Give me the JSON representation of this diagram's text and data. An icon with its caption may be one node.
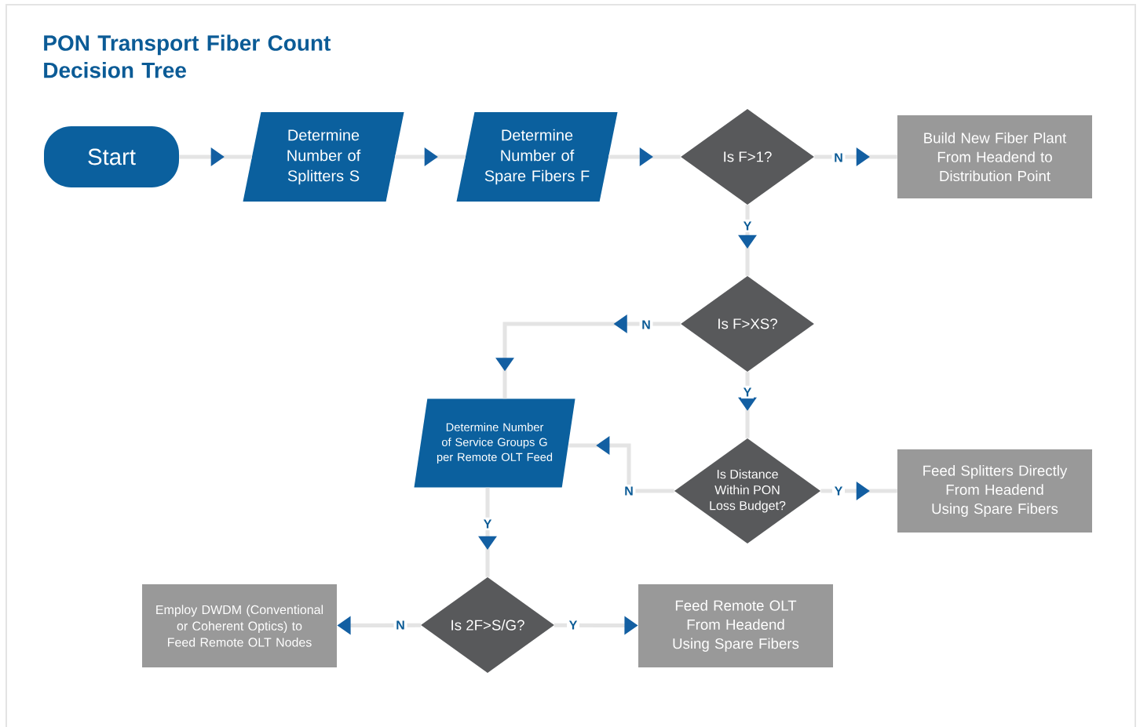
{
  "diagram": {
    "title": "PON Transport Fiber Count Decision Tree",
    "nodes": [
      {
        "text": [
          "Start"
        ]
      },
      {
        "text": [
          "Determine Number of Splitters S"
        ]
      },
      {
        "text": [
          "Determine Number of Spare Fibers F"
        ]
      },
      {
        "text": [
          "Is F>1?"
        ]
      },
      {
        "text": [
          "Build New Fiber Plant From Headend to Distribution Point"
        ]
      },
      {
        "text": [
          "Is F>XS?"
        ]
      },
      {
        "text": [
          "Determine Number of Service Groups G per Remote OLT Feed"
        ]
      },
      {
        "text": [
          "Is Distance Within PON Loss Budget?"
        ]
      },
      {
        "text": [
          "Feed Splitters Directly From Headend Using Spare Fibers"
        ]
      },
      {
        "text": [
          "Is 2F>S/G?"
        ]
      },
      {
        "text": [
          "Employ DWDM (Conventional or Coherent Optics) to Feed Remote OLT Nodes"
        ]
      },
      {
        "text": [
          "Feed Remote OLT From Headend Using Spare Fibers"
        ]
      }
    ],
    "edges": [
      {
        "from": 0,
        "to": 1,
        "arrow": "to"
      },
      {
        "from": 1,
        "to": 2,
        "arrow": "to"
      },
      {
        "from": 2,
        "to": 3,
        "arrow": "to"
      },
      {
        "from": 3,
        "to": 4,
        "arrow": "to",
        "label": "N"
      },
      {
        "from": 3,
        "to": 5,
        "arrow": "to",
        "label": "Y"
      },
      {
        "from": 5,
        "to": 6,
        "arrow": "to",
        "label": "N"
      },
      {
        "from": 5,
        "to": 7,
        "arrow": "to",
        "label": "Y"
      },
      {
        "from": 7,
        "to": 6,
        "arrow": "to",
        "label": "N"
      },
      {
        "from": 7,
        "to": 8,
        "arrow": "to",
        "label": "Y"
      },
      {
        "from": 6,
        "to": 9,
        "arrow": "to",
        "label": "Y"
      },
      {
        "from": 9,
        "to": 10,
        "arrow": "to",
        "label": "N"
      },
      {
        "from": 9,
        "to": 11,
        "arrow": "to",
        "label": "Y"
      }
    ]
  }
}
